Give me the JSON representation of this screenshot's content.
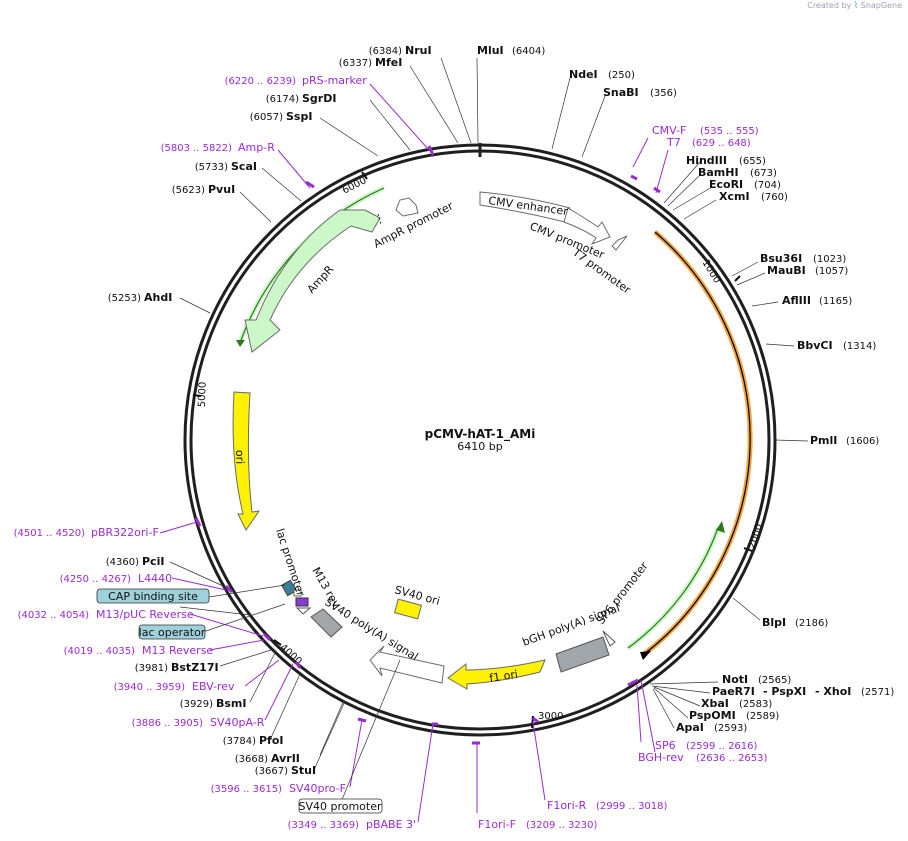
{
  "branding": {
    "created_by": "Created by",
    "product": "SnapGene"
  },
  "plasmid": {
    "name": "pCMV-hAT-1_AMi",
    "length_label": "6410 bp",
    "length": 6410
  },
  "ticks": [
    {
      "pos": 1000,
      "label": "1000"
    },
    {
      "pos": 2000,
      "label": "2000"
    },
    {
      "pos": 3000,
      "label": "3000"
    },
    {
      "pos": 4000,
      "label": "4000"
    },
    {
      "pos": 5000,
      "label": "5000"
    },
    {
      "pos": 6000,
      "label": "6000"
    }
  ],
  "enzymes": [
    {
      "name": "MluI",
      "pos": "(6404)"
    },
    {
      "name": "NruI",
      "pos": "(6384)"
    },
    {
      "name": "MfeI",
      "pos": "(6337)"
    },
    {
      "name": "SgrDI",
      "pos": "(6174)"
    },
    {
      "name": "SspI",
      "pos": "(6057)"
    },
    {
      "name": "ScaI",
      "pos": "(5733)"
    },
    {
      "name": "PvuI",
      "pos": "(5623)"
    },
    {
      "name": "AhdI",
      "pos": "(5253)"
    },
    {
      "name": "PciI",
      "pos": "(4360)"
    },
    {
      "name": "BstZ17I",
      "pos": "(3981)"
    },
    {
      "name": "BsmI",
      "pos": "(3929)"
    },
    {
      "name": "PfoI",
      "pos": "(3784)"
    },
    {
      "name": "AvrII",
      "pos": "(3668)"
    },
    {
      "name": "StuI",
      "pos": "(3667)"
    },
    {
      "name": "NdeI",
      "pos": "(250)"
    },
    {
      "name": "SnaBI",
      "pos": "(356)"
    },
    {
      "name": "HindIII",
      "pos": "(655)"
    },
    {
      "name": "BamHI",
      "pos": "(673)"
    },
    {
      "name": "EcoRI",
      "pos": "(704)"
    },
    {
      "name": "XcmI",
      "pos": "(760)"
    },
    {
      "name": "Bsu36I",
      "pos": "(1023)"
    },
    {
      "name": "MauBI",
      "pos": "(1057)"
    },
    {
      "name": "AflIII",
      "pos": "(1165)"
    },
    {
      "name": "BbvCI",
      "pos": "(1314)"
    },
    {
      "name": "PmlI",
      "pos": "(1606)"
    },
    {
      "name": "BlpI",
      "pos": "(2186)"
    },
    {
      "name": "NotI",
      "pos": "(2565)"
    },
    {
      "name": "PaeR7I",
      "pos": ""
    },
    {
      "name": "- PspXI",
      "pos": ""
    },
    {
      "name": "- XhoI",
      "pos": "(2571)"
    },
    {
      "name": "XbaI",
      "pos": "(2583)"
    },
    {
      "name": "PspOMI",
      "pos": "(2589)"
    },
    {
      "name": "ApaI",
      "pos": "(2593)"
    }
  ],
  "primers": [
    {
      "name": "pRS-marker",
      "range": "(6220 .. 6239)"
    },
    {
      "name": "Amp-R",
      "range": "(5803 .. 5822)"
    },
    {
      "name": "pBR322ori-F",
      "range": "(4501 .. 4520)"
    },
    {
      "name": "L4440",
      "range": "(4250 .. 4267)"
    },
    {
      "name": "M13/pUC Reverse",
      "range": "(4032 .. 4054)"
    },
    {
      "name": "M13 Reverse",
      "range": "(4019 .. 4035)"
    },
    {
      "name": "EBV-rev",
      "range": "(3940 .. 3959)"
    },
    {
      "name": "SV40pA-R",
      "range": "(3886 .. 3905)"
    },
    {
      "name": "SV40pro-F",
      "range": "(3596 .. 3615)"
    },
    {
      "name": "pBABE 3'",
      "range": "(3349 .. 3369)"
    },
    {
      "name": "F1ori-F",
      "range": "(3209 .. 3230)"
    },
    {
      "name": "F1ori-R",
      "range": "(2999 .. 3018)"
    },
    {
      "name": "SP6",
      "range": "(2599 .. 2616)"
    },
    {
      "name": "BGH-rev",
      "range": "(2636 .. 2653)"
    },
    {
      "name": "CMV-F",
      "range": "(535 .. 555)"
    },
    {
      "name": "T7",
      "range": "(629 .. 648)"
    }
  ],
  "boxed_labels": [
    {
      "name": "CAP binding site"
    },
    {
      "name": "lac operator"
    },
    {
      "name": "SV40 promoter"
    }
  ],
  "features": [
    {
      "name": "CMV enhancer"
    },
    {
      "name": "CMV promoter"
    },
    {
      "name": "T7 promoter"
    },
    {
      "name": "AmpR promoter"
    },
    {
      "name": "AmpR"
    },
    {
      "name": "ori"
    },
    {
      "name": "lac promoter"
    },
    {
      "name": "M13 rev"
    },
    {
      "name": "SV40 poly(A) signal"
    },
    {
      "name": "SV40 ori"
    },
    {
      "name": "f1 ori"
    },
    {
      "name": "bGH poly(A) signal"
    },
    {
      "name": "SP6 promoter"
    }
  ],
  "colors": {
    "backbone": "#1f1f1f",
    "primer": "#9a2bd1",
    "enzyme": "#111111",
    "promoter": "#ffffff",
    "amp": "#ccf7c8",
    "ori": "#fff200",
    "lac": "#3c7f9b",
    "insert": "#f3a53d",
    "polyA": "#a1a6ab",
    "cap_box": "#9fd0dc"
  }
}
